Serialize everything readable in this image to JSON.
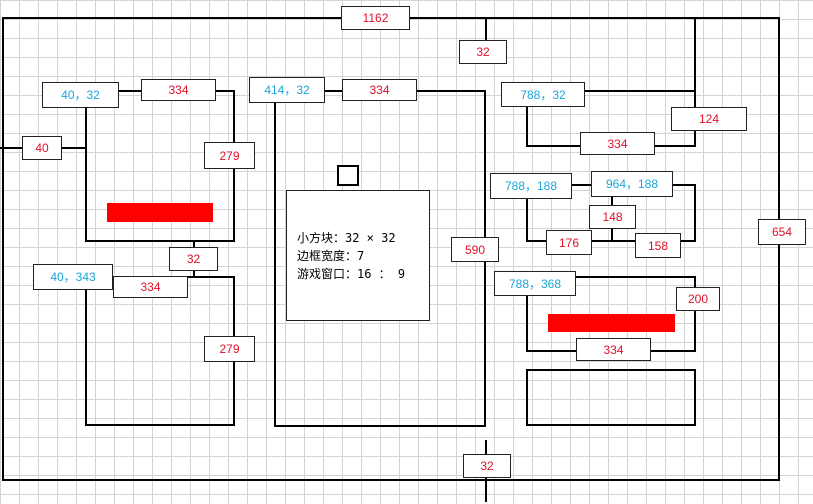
{
  "outer": {
    "width": "1162",
    "height": "654",
    "top_gap": "32",
    "bottom_gap": "32",
    "left_margin": "40"
  },
  "left": {
    "top_origin": "40，32",
    "top_width": "334",
    "top_height": "279",
    "gap": "32",
    "bottom_origin": "40，343",
    "bottom_width": "334",
    "bottom_height": "279"
  },
  "middle": {
    "origin": "414，32",
    "width": "334",
    "height": "590"
  },
  "info": {
    "line1": "小方块：32 × 32",
    "line2": "边框宽度：7",
    "line3": "游戏窗口：16 ： 9"
  },
  "right": {
    "box1_origin": "788，32",
    "box1_width": "334",
    "box1_height": "124",
    "box2_origin": "788，188",
    "box2_left_width": "176",
    "box2_right_origin": "964，188",
    "box2_right_width": "158",
    "box2_height": "148",
    "box3_origin": "788，368",
    "box3_width": "334",
    "box3_height": "200"
  },
  "colors": {
    "label_red": "#e0102a",
    "label_blue": "#1aa6d8",
    "bar_red": "#ff0000",
    "grid": "#d4d4d4"
  }
}
